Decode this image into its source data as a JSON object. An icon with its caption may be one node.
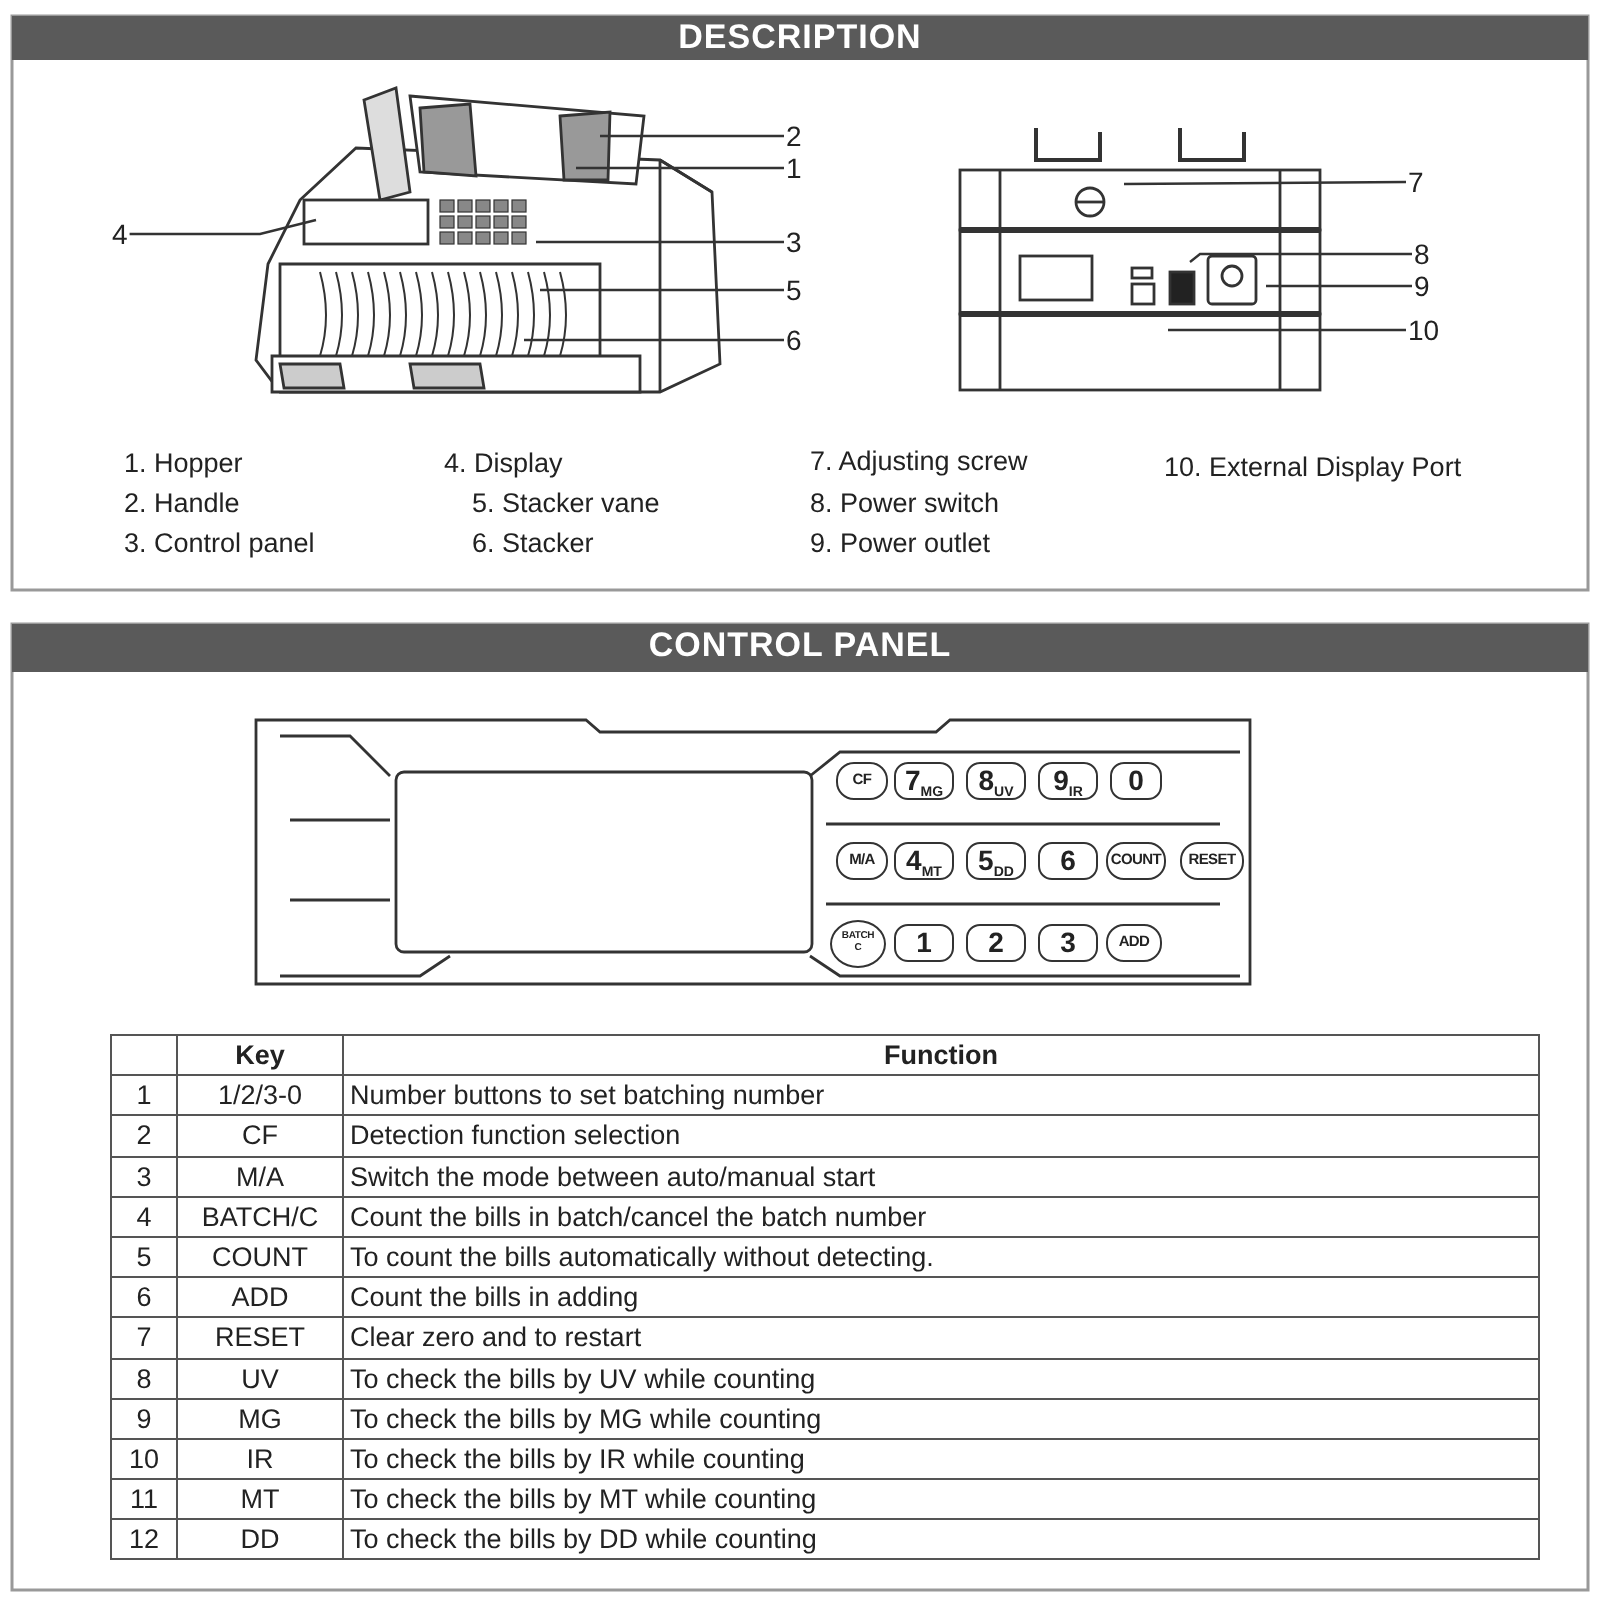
{
  "diagram": {
    "nodes": [
      {
        "text": [
          "2"
        ]
      },
      {
        "text": [
          "1"
        ]
      },
      {
        "text": [
          "4"
        ]
      },
      {
        "text": [
          "3"
        ]
      },
      {
        "text": [
          "5"
        ]
      },
      {
        "text": [
          "6"
        ]
      },
      {
        "text": [
          "7"
        ]
      },
      {
        "text": [
          "8"
        ]
      },
      {
        "text": [
          "9"
        ]
      },
      {
        "text": [
          "10"
        ]
      }
    ],
    "edges": [
      {
        "from": 0,
        "to": null,
        "arrow": "none"
      },
      {
        "from": 1,
        "to": null,
        "arrow": "none"
      },
      {
        "from": 2,
        "to": null,
        "arrow": "none"
      },
      {
        "from": 3,
        "to": null,
        "arrow": "none"
      },
      {
        "from": 4,
        "to": null,
        "arrow": "none"
      },
      {
        "from": 5,
        "to": null,
        "arrow": "none"
      },
      {
        "from": 6,
        "to": null,
        "arrow": "none"
      },
      {
        "from": 7,
        "to": null,
        "arrow": "none"
      },
      {
        "from": 8,
        "to": null,
        "arrow": "none"
      },
      {
        "from": 9,
        "to": null,
        "arrow": "none"
      }
    ],
    "labels": [
      "DESCRIPTION",
      "1. Hopper",
      "4. Display",
      "7. Adjusting screw",
      "10. External Display Port",
      "2. Handle",
      "5. Stacker vane",
      "8. Power switch",
      "3. Control panel",
      "6. Stacker",
      "9. Power outlet",
      "CONTROL PANEL",
      "CF",
      "7$_{MG}$",
      "8$_{UV}$",
      "9$_{IR}$",
      "0",
      "M/A",
      "4$_{MT}$",
      "5$_{DD}$",
      "6",
      "COUNT",
      "RESET",
      "BATCH C",
      "1",
      "2",
      "3",
      "ADD",
      "Key",
      "Function",
      "1",
      "1/2/3-0",
      "Number buttons to set batching number",
      "2",
      "CF",
      "Detection function selection",
      "3",
      "M/A",
      "Switch the mode between auto/manual start",
      "4",
      "BATCH/C",
      "Count the bills in batch/cancel the batch number",
      "5",
      "COUNT",
      "To count the bills automatically without detecting.",
      "6",
      "ADD",
      "Count the bills in adding",
      "7",
      "RESET",
      "Clear zero and to restart",
      "8",
      "UV",
      "To check the bills by UV while counting",
      "9",
      "MG",
      "To check the bills by MG while counting",
      "10",
      "IR",
      "To check the bills by IR while counting",
      "11",
      "MT",
      "To check the bills by MT while counting",
      "12",
      "DD",
      "To check the bills by DD while counting"
    ]
  }
}
